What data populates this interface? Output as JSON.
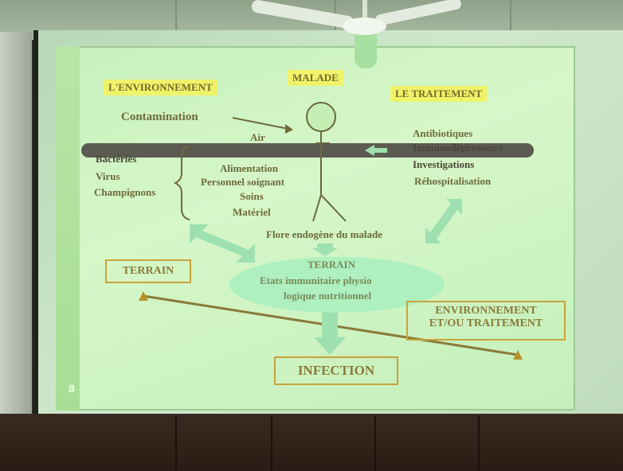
{
  "slide": {
    "number": "8",
    "environnement": "L'ENVIRONNEMENT",
    "malade": "MALADE",
    "traitement": "LE TRAITEMENT",
    "contamination": "Contamination",
    "air": "Air",
    "bacteries": "Bactéries",
    "virus": "Virus",
    "champignons": "Champignons",
    "alimentation": "Alimentation",
    "personnel": "Personnel soignant",
    "soins": "Soins",
    "materiel": "Matériel",
    "antibiotiques": "Antibiotiques",
    "immunodepresseurs": "Immunodépresseurs",
    "investigations": "Investigations",
    "rehospitalisation": "Réhospitalisation",
    "flore": "Flore endogène du malade",
    "terrain_left": "TERRAIN",
    "terrain_center": "TERRAIN",
    "etats_1": "Etats immunitaire physio",
    "etats_2": "logique nutritionnel",
    "env_trait_1": "ENVIRONNEMENT",
    "env_trait_2": "ET/OU TRAITEMENT",
    "infection": "INFECTION"
  },
  "colors": {
    "slide_bg": "#cdf3c0",
    "yellow_box": "#eef36a",
    "text": "#6f6a3b",
    "arrow": "#9fe0b0",
    "line": "#8a7a3a"
  },
  "icons": [
    "ceiling-fan-icon",
    "stick-figure-icon",
    "arrow-icon"
  ]
}
